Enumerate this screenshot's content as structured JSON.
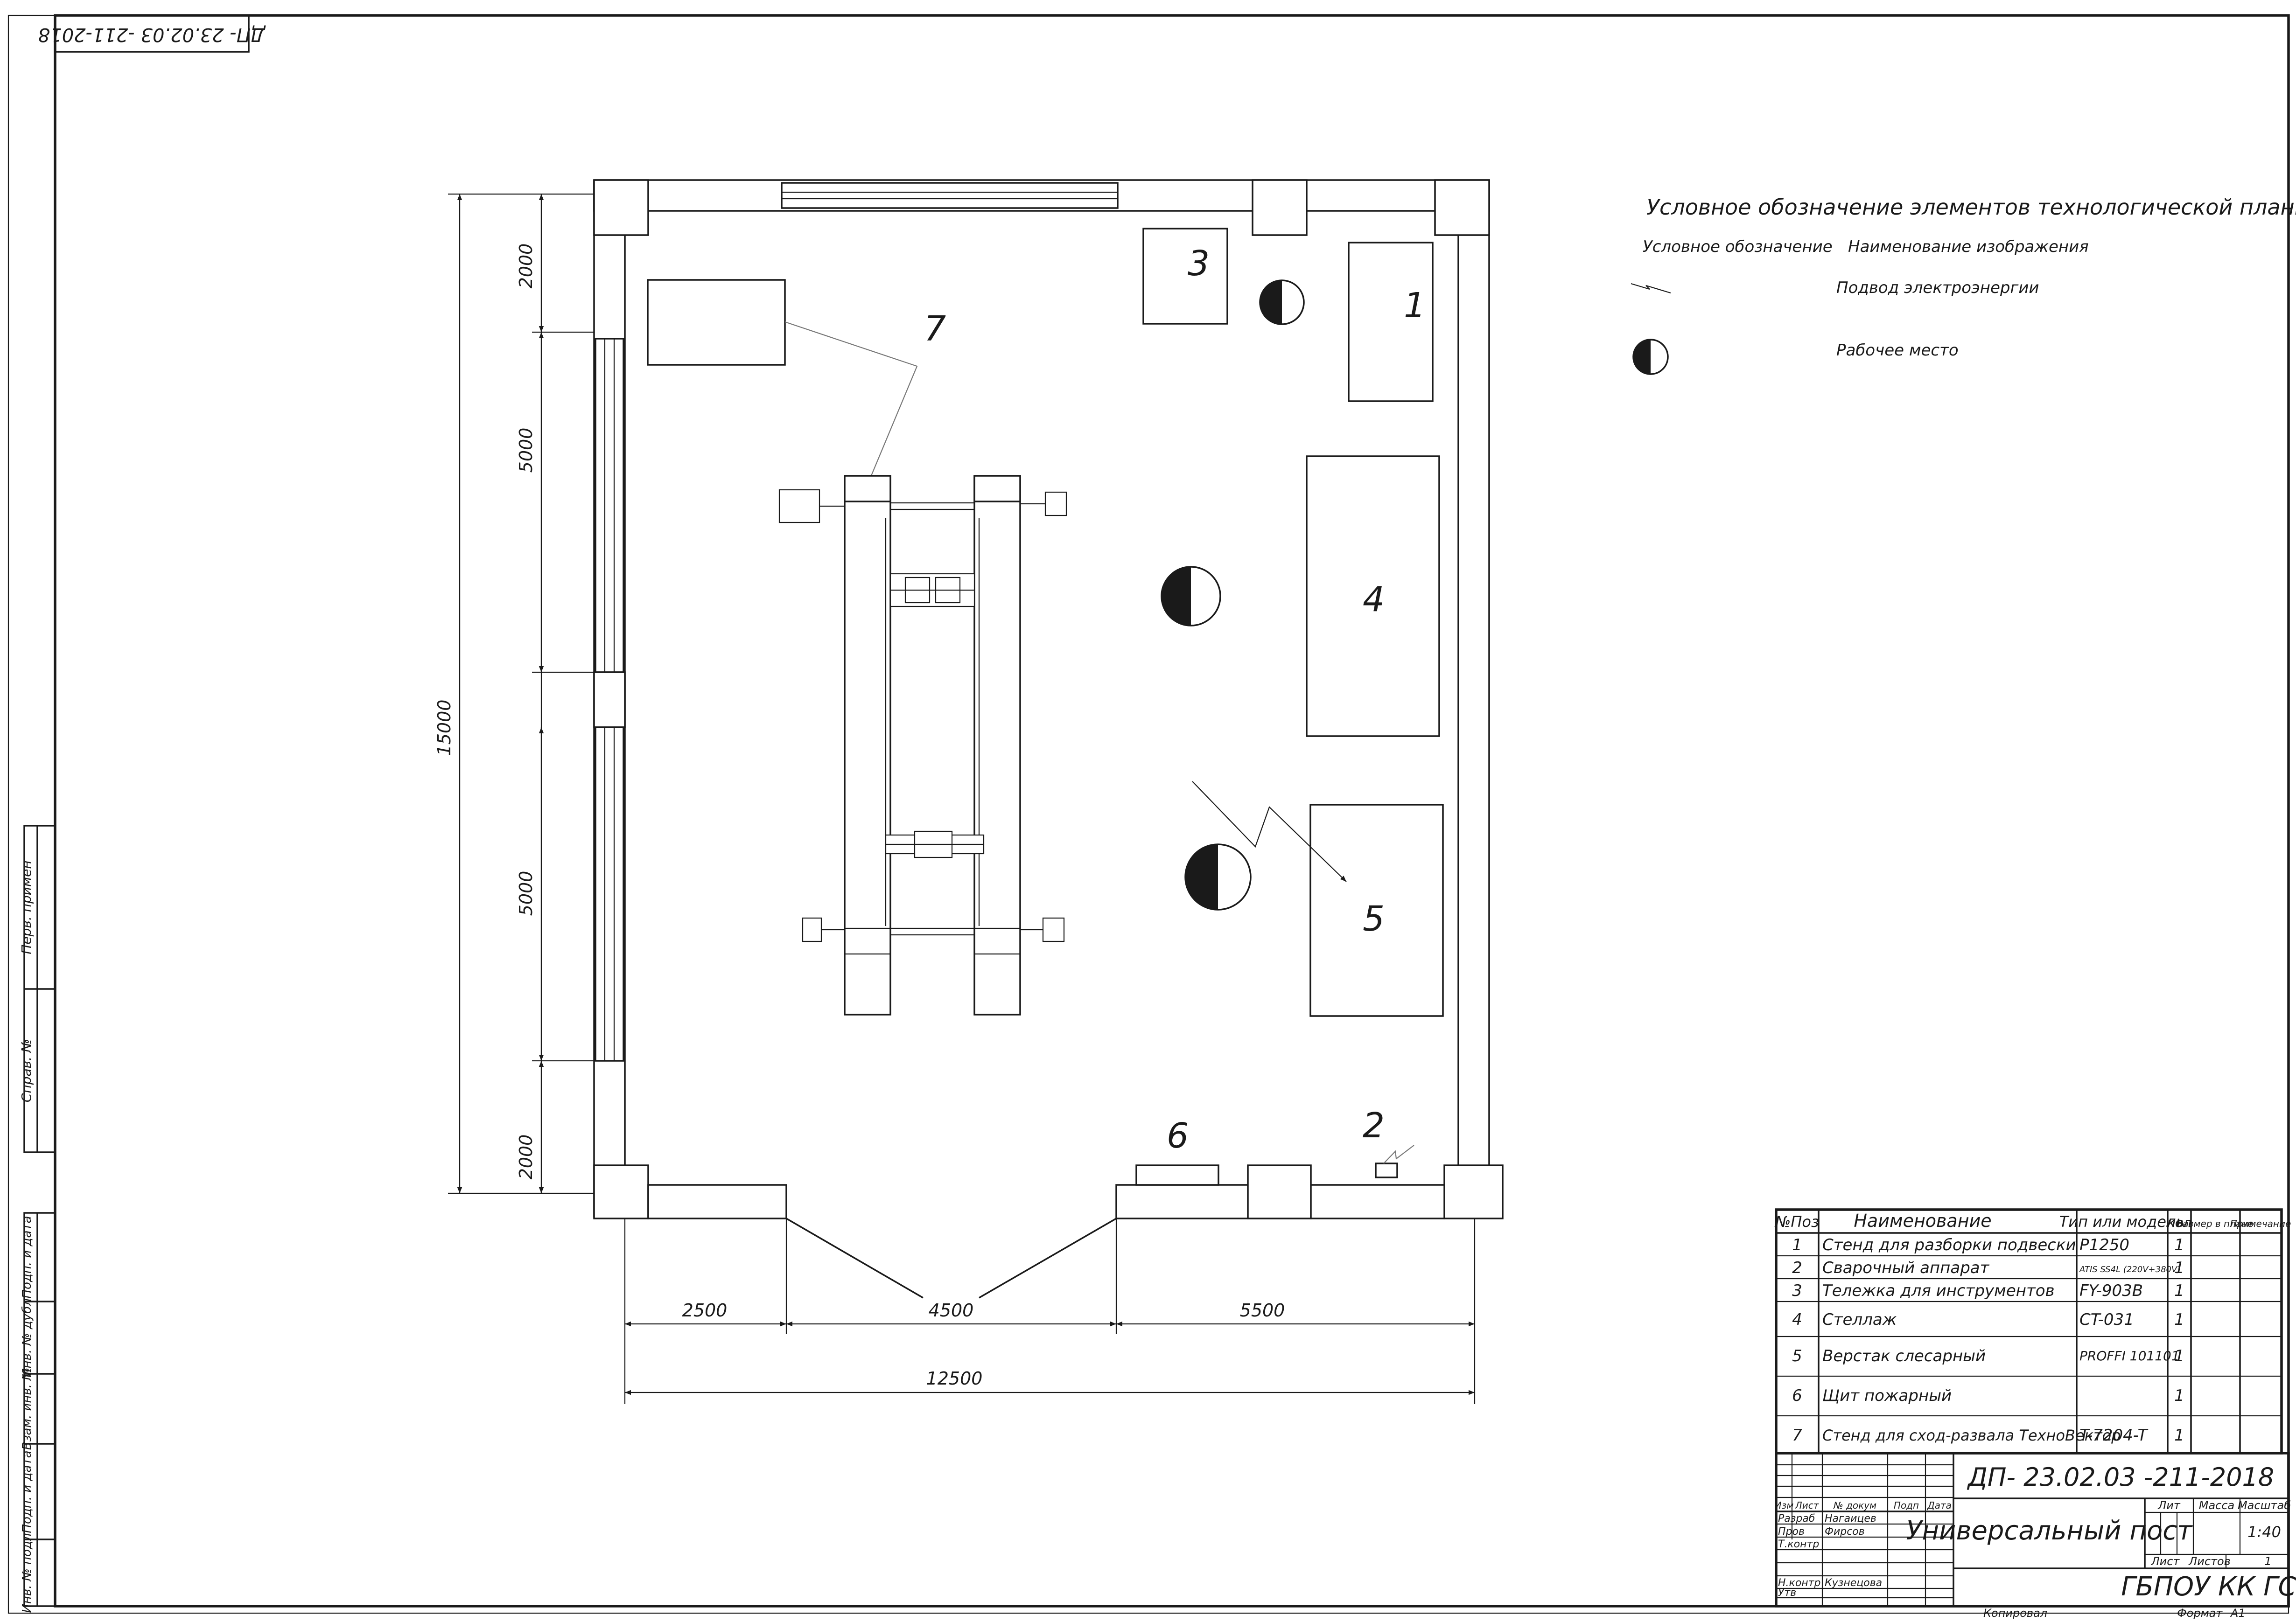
{
  "doc_stamp": "ДП- 23.02.03 -211-2018",
  "legend": {
    "title": "Условное обозначение  элементов технологической планировки",
    "col_symbol": "Условное обозначение",
    "col_name": "Наименование изображения",
    "rows": [
      {
        "icon": "power-supply-icon",
        "label": "Подвод электроэнергии"
      },
      {
        "icon": "workplace-icon",
        "label": "Рабочее место"
      }
    ]
  },
  "plan": {
    "equipment_numbers": [
      "1",
      "2",
      "3",
      "4",
      "5",
      "6",
      "7"
    ],
    "dims_left": [
      "2000",
      "5000",
      "5000",
      "2000"
    ],
    "dim_total_height": "15000",
    "dims_bottom": [
      "2500",
      "4500",
      "5500"
    ],
    "dim_total_width": "12500"
  },
  "spec": {
    "headers": [
      "№Поз",
      "Наименование",
      "Тип или модель",
      "кол",
      "Размер в плане",
      "Примечание"
    ],
    "rows": [
      {
        "pos": "1",
        "name": "Стенд для разборки подвески",
        "model": "P1250",
        "qty": "1"
      },
      {
        "pos": "2",
        "name": "Сварочный аппарат",
        "model": "ATIS SS4L (220V+380V)",
        "qty": "1"
      },
      {
        "pos": "3",
        "name": "Тележка для инструментов",
        "model": "FY-903B",
        "qty": "1"
      },
      {
        "pos": "4",
        "name": "Стеллаж",
        "model": "CT-031",
        "qty": "1"
      },
      {
        "pos": "5",
        "name": "Верстак слесарный",
        "model": "PROFFI 101101",
        "qty": "1"
      },
      {
        "pos": "6",
        "name": "Щит пожарный",
        "model": "",
        "qty": "1"
      },
      {
        "pos": "7",
        "name": "Стенд для сход-развала ТехноВектор",
        "model": "T-7204-T",
        "qty": "1"
      }
    ]
  },
  "title_block": {
    "code": "ДП- 23.02.03 -211-2018",
    "name": "Универсальный пост",
    "org": "ГБПОУ КК ГСТ",
    "head_labels": [
      "Изм",
      "Лист",
      "№ докум",
      "Подп",
      "Дата"
    ],
    "roles": [
      {
        "role": "Разраб",
        "person": "Нагаицев"
      },
      {
        "role": "Пров",
        "person": "Фирсов"
      },
      {
        "role": "Т.контр",
        "person": ""
      },
      {
        "role": "Н.контр",
        "person": "Кузнецова"
      },
      {
        "role": "Утв",
        "person": ""
      }
    ],
    "lit_label": "Лит",
    "mass_label": "Масса",
    "scale_label": "Масштаб",
    "scale_value": "1:40",
    "sheet_label": "Лист",
    "sheets_label": "Листов",
    "sheets_value": "1",
    "copied_label": "Копировал",
    "format_label": "Формат",
    "format_value": "А1"
  },
  "side_stamp": {
    "top": [
      "Перв. примен",
      "Справ. №"
    ],
    "bottom": [
      "Подп. и дата",
      "Инв. № дубл",
      "Взам. инв. №",
      "Подп. и дата",
      "Инв. № подл"
    ]
  }
}
